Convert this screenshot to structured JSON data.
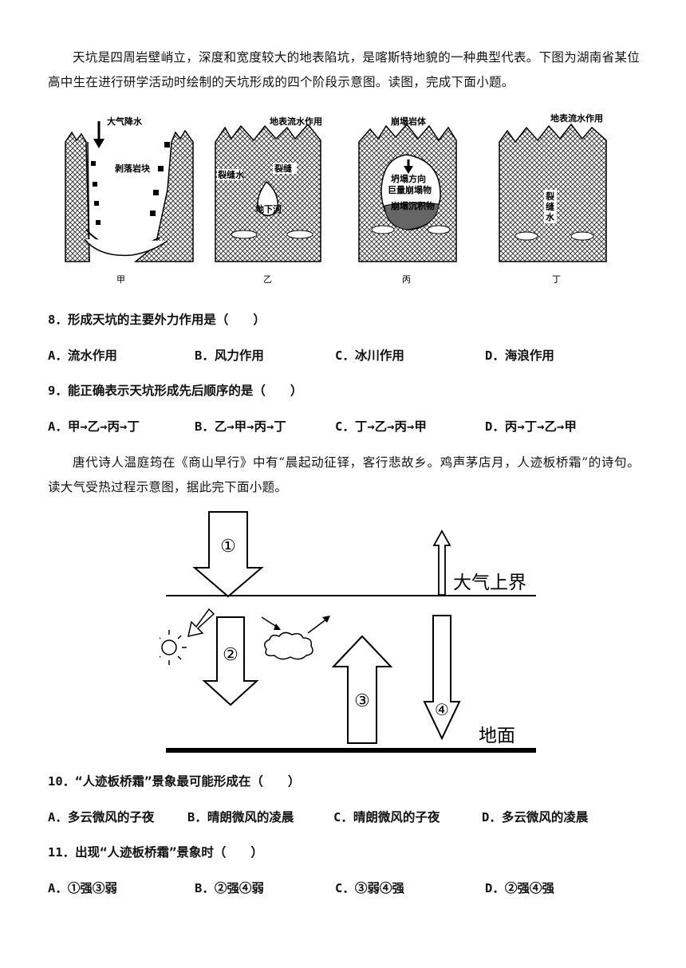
{
  "passage1": "天坑是四周岩壁峭立，深度和宽度较大的地表陷坑，是喀斯特地貌的一种典型代表。下图为湖南省某位高中生在进行研学活动时绘制的天坑形成的四个阶段示意图。读图，完成下面小题。",
  "figure1": {
    "panels": [
      {
        "caption": "甲",
        "labels": [
          "大气降水",
          "剥落岩块"
        ]
      },
      {
        "caption": "乙",
        "labels": [
          "地表流水作用",
          "裂缝水",
          "裂缝",
          "地下河"
        ]
      },
      {
        "caption": "丙",
        "labels": [
          "崩塌岩体",
          "坍塌方向",
          "巨量崩塌物",
          "崩塌沉积物"
        ]
      },
      {
        "caption": "丁",
        "labels": [
          "地表流水作用",
          "裂",
          "缝",
          "水"
        ]
      }
    ]
  },
  "q8": {
    "stem": "8．形成天坑的主要外力作用是（　　）",
    "options": [
      "A．流水作用",
      "B．风力作用",
      "C．冰川作用",
      "D．海浪作用"
    ]
  },
  "q9": {
    "stem": "9．能正确表示天坑形成先后顺序的是（　　）",
    "options": [
      "A．甲→乙→丙→丁",
      "B．乙→甲→丙→丁",
      "C．丁→乙→丙→甲",
      "D．丙→丁→乙→甲"
    ]
  },
  "passage2": "唐代诗人温庭筠在《商山早行》中有“晨起动征铎，客行悲故乡。鸡声茅店月，人迹板桥霜”的诗句。读大气受热过程示意图，据此完下面小题。",
  "figure2": {
    "top_label": "大气上界",
    "bottom_label": "地面",
    "arrows": [
      "①",
      "②",
      "③",
      "④"
    ]
  },
  "q10": {
    "stem": "10．“人迹板桥霜”景象最可能形成在（　　）",
    "options": [
      "A．多云微风的子夜",
      "B．晴朗微风的凌晨",
      "C．晴朗微风的子夜",
      "D．多云微风的凌晨"
    ]
  },
  "q11": {
    "stem": "11．出现“人迹板桥霜”景象时（　　）",
    "options": [
      "A．①强③弱",
      "B．②强④弱",
      "C．③弱④强",
      "D．②强④强"
    ]
  }
}
